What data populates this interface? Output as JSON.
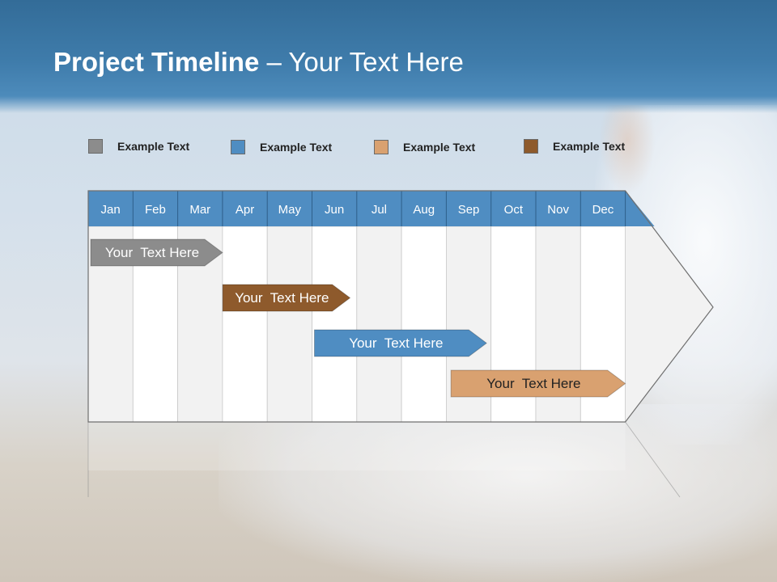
{
  "slide": {
    "title_bold": "Project Timeline",
    "title_rest": " – Your Text Here"
  },
  "legend": [
    {
      "label": "Example Text",
      "color": "#8c8c8c"
    },
    {
      "label": "Example Text",
      "color": "#4f8dc2"
    },
    {
      "label": "Example Text",
      "color": "#d9a170"
    },
    {
      "label": "Example Text",
      "color": "#8e5a2c"
    }
  ],
  "months": [
    "Jan",
    "Feb",
    "Mar",
    "Apr",
    "May",
    "Jun",
    "Jul",
    "Aug",
    "Sep",
    "Oct",
    "Nov",
    "Dec"
  ],
  "tasks": [
    {
      "label": "Your  Text Here",
      "start_month": 1,
      "end_month": 4.0,
      "color": "#8c8c8c"
    },
    {
      "label": "Your  Text Here",
      "start_month": 3.95,
      "end_month": 6.85,
      "color": "#8e5a2c"
    },
    {
      "label": "Your  Text Here",
      "start_month": 6.0,
      "end_month": 9.9,
      "color": "#4f8dc2"
    },
    {
      "label": "Your  Text Here",
      "start_month": 9.05,
      "end_month": 13.0,
      "color": "#d9a170"
    }
  ],
  "colors": {
    "month_header": "#4f8dc2",
    "column_light": "#f2f2f2",
    "column_white": "#ffffff"
  }
}
